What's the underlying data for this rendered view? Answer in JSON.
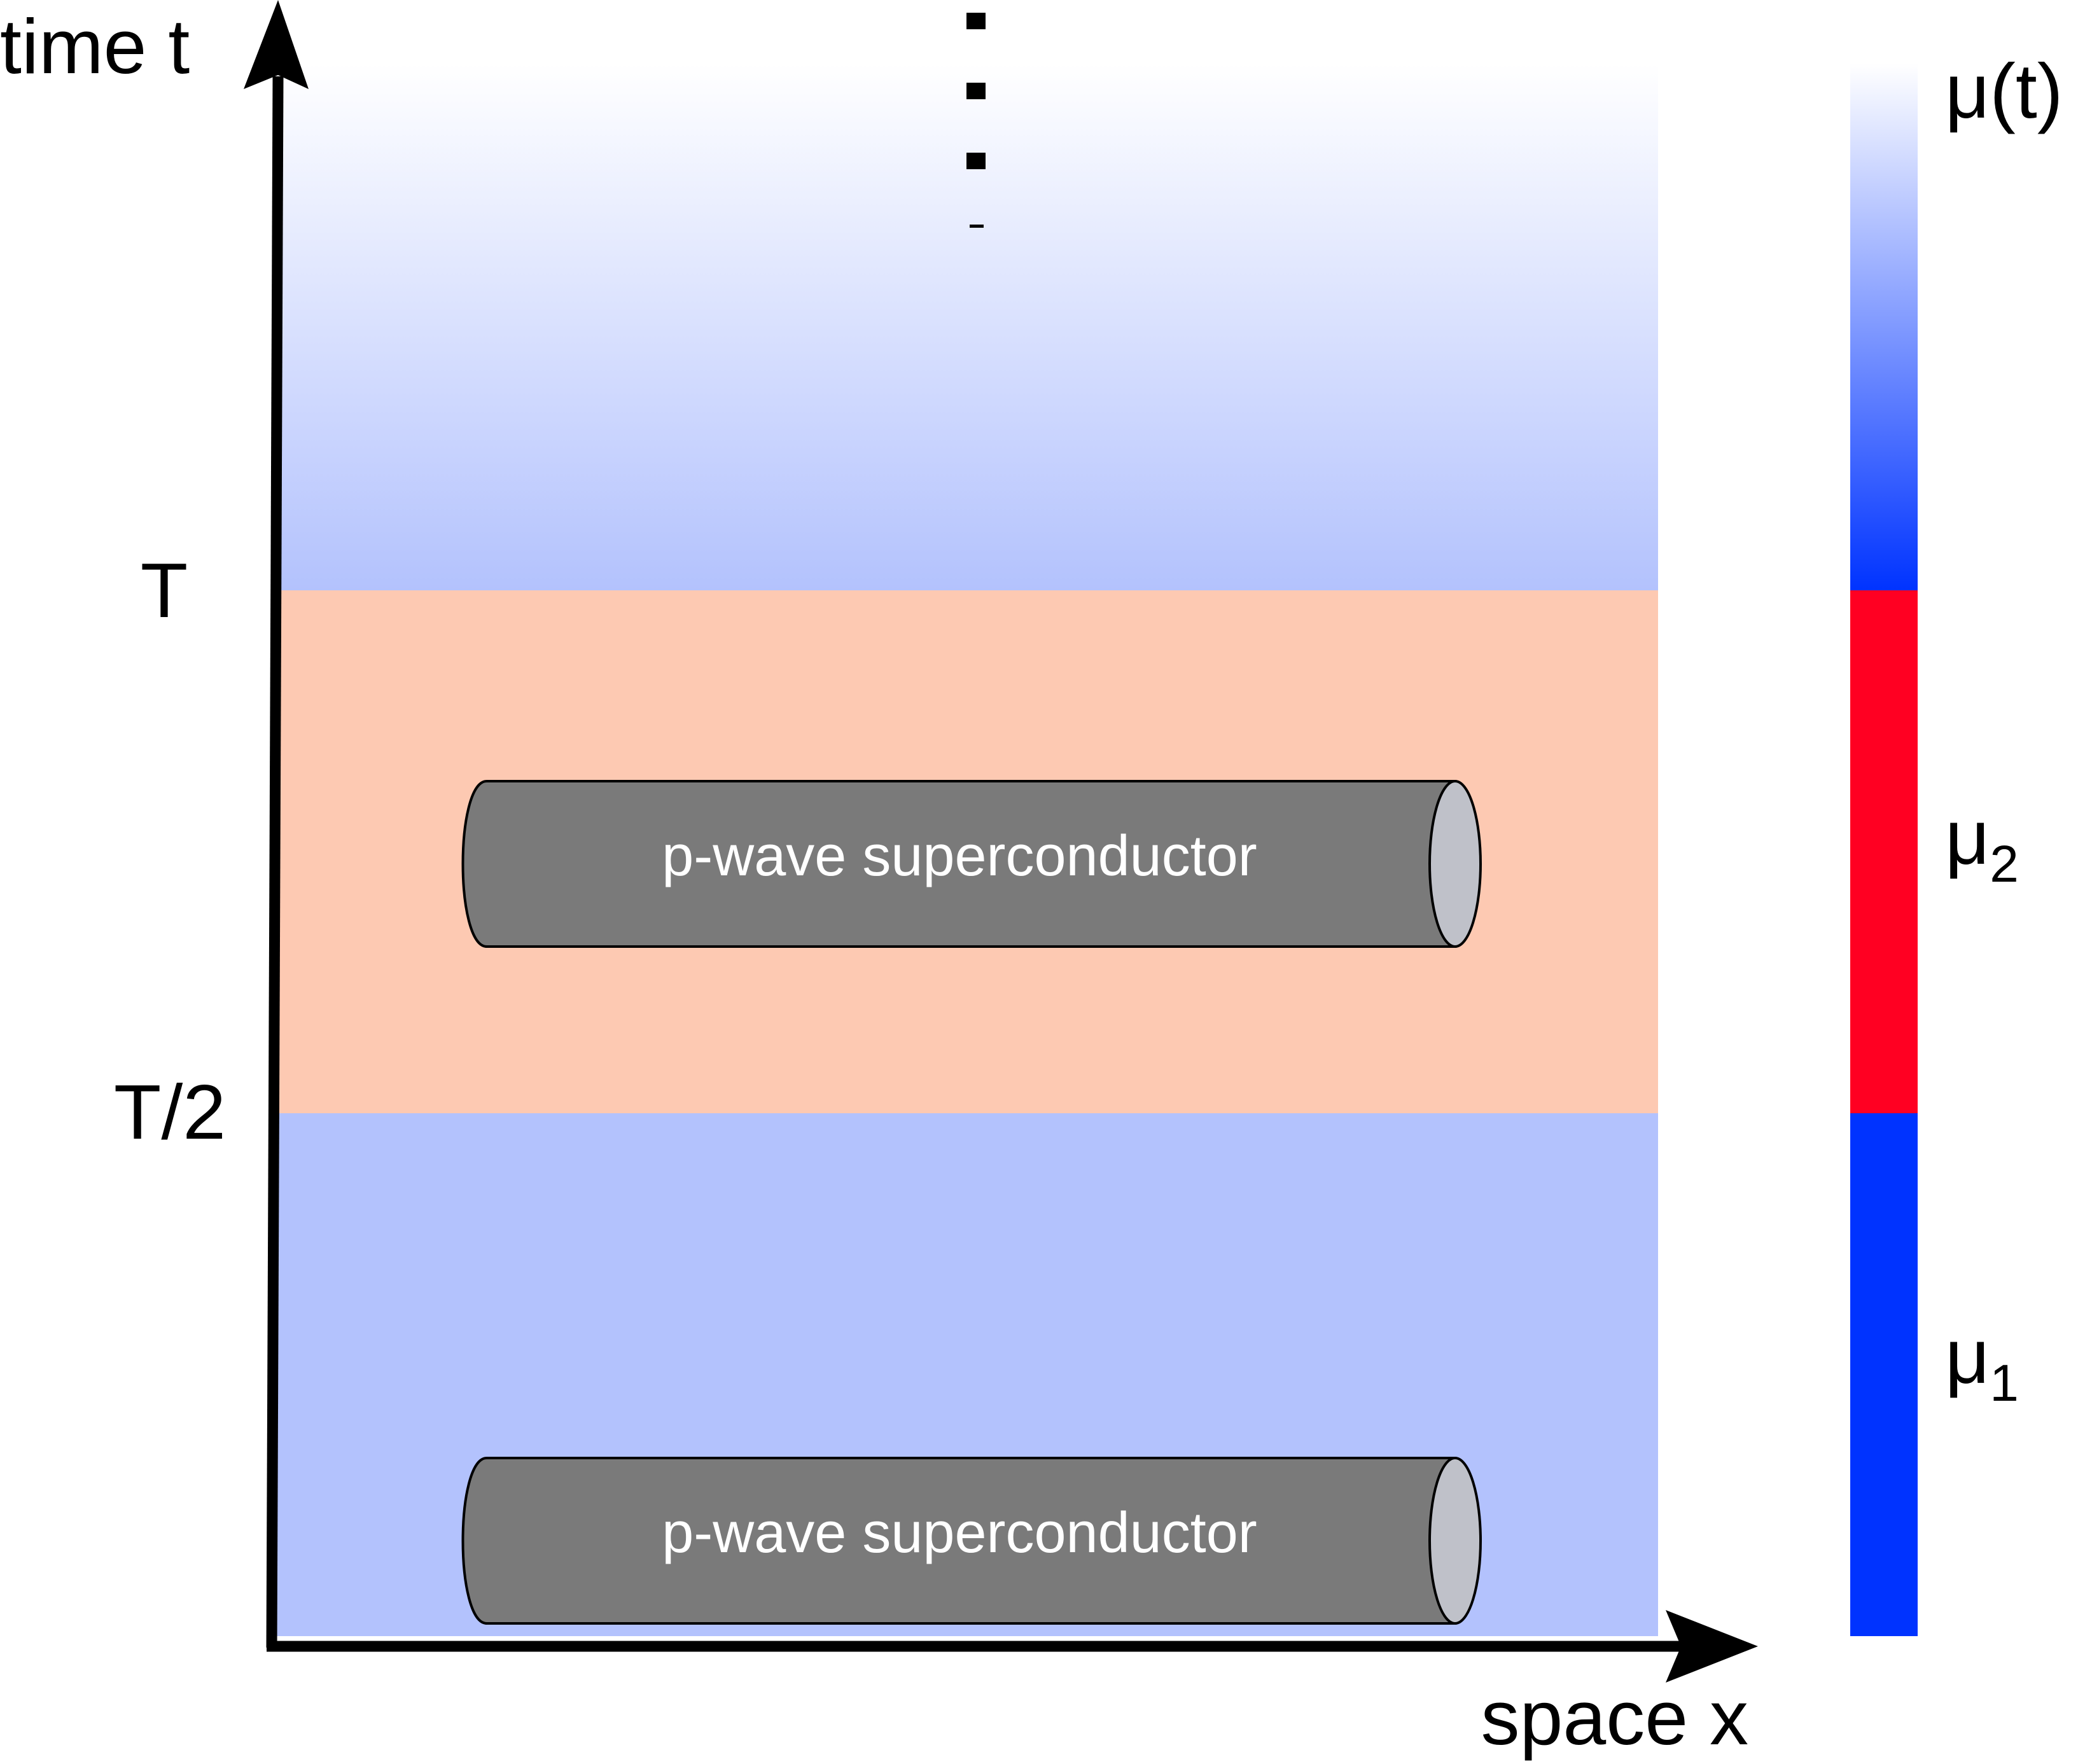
{
  "axes": {
    "y_label": "time t",
    "x_label": "space x"
  },
  "ticks": {
    "t_full": "T",
    "t_half": "T/2"
  },
  "bands": {
    "lower": {
      "color": "#b3c2fd"
    },
    "middle": {
      "color": "#fdc9b2"
    },
    "upper": {
      "color_bottom": "#b3c2fd",
      "color_top": "#ffffff"
    }
  },
  "continuation": {
    "symbol": "vertical-ellipsis"
  },
  "wires": [
    {
      "label": "p-wave superconductor",
      "body_color": "#7a7a7a",
      "end_color": "#bfc1c9"
    },
    {
      "label": "p-wave superconductor",
      "body_color": "#7a7a7a",
      "end_color": "#bfc1c9"
    }
  ],
  "colorbar": {
    "title": "μ(t)",
    "mu1": {
      "symbol": "μ",
      "subscript": "1",
      "color": "#0033ff"
    },
    "mu2": {
      "symbol": "μ",
      "subscript": "2",
      "color": "#ff0022"
    },
    "gradient_top": "#ffffff",
    "gradient_bottom": "#0033ff"
  }
}
